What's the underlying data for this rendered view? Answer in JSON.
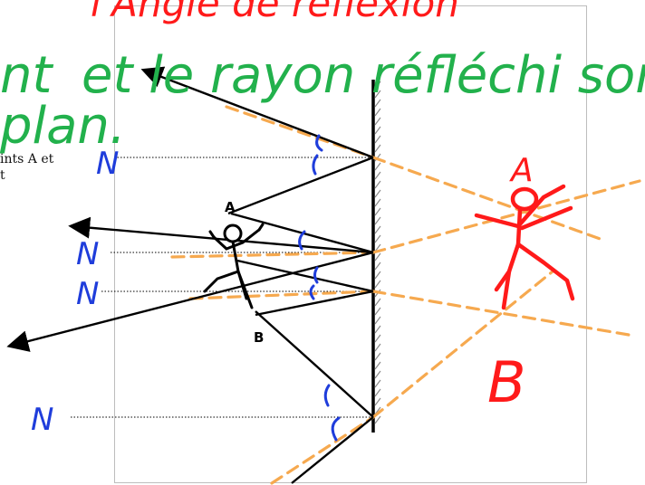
{
  "annotations": {
    "title_red_top": "l'Angle de réflexion",
    "green_line1_left": "nt",
    "green_line1": "et le rayon réfléchi sont",
    "green_line2": "plan.",
    "doc_text_line1": "ints A et",
    "doc_text_line2": "t"
  },
  "labels": {
    "point_a": "A",
    "point_b": "B",
    "image_a": "A",
    "image_b": "B",
    "normal": "N"
  },
  "colors": {
    "green": "#22b14c",
    "red": "#ff1a1a",
    "blue": "#1f3ddb",
    "orange": "#f6a94f",
    "black": "#000000"
  }
}
